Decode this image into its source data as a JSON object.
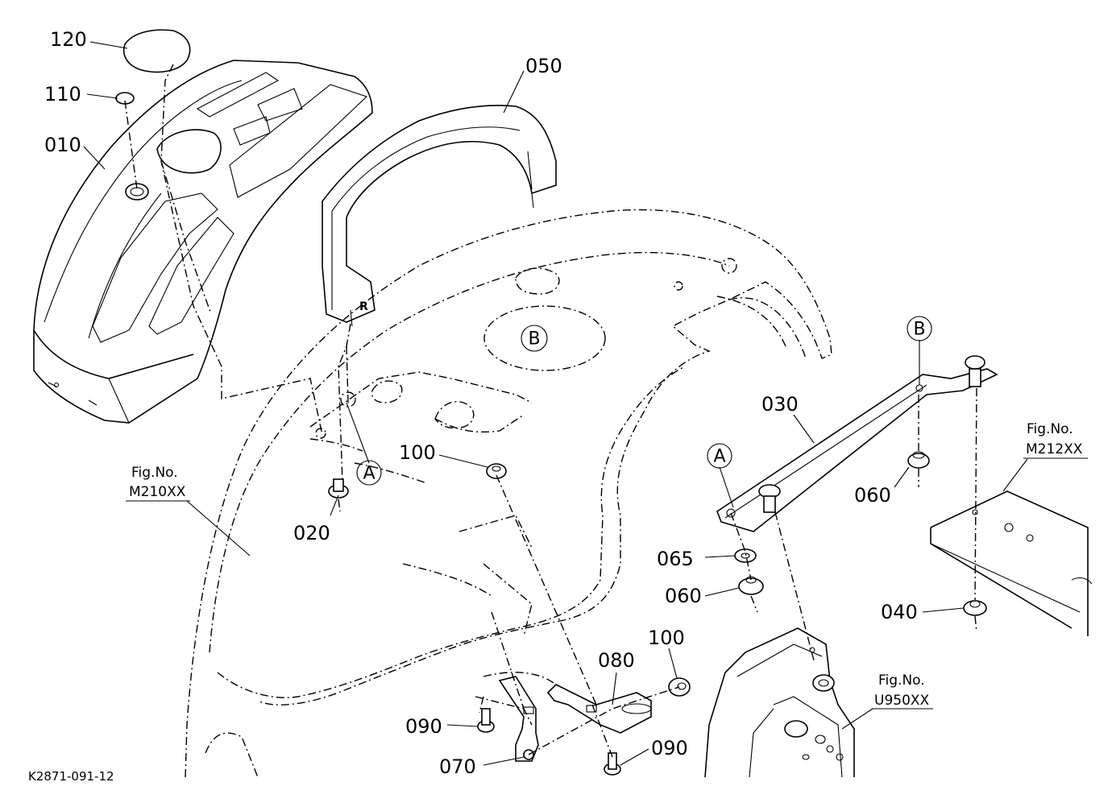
{
  "drawing_code": "K2871-091-12",
  "part_labels": {
    "p120": "120",
    "p110": "110",
    "p010": "010",
    "p050": "050",
    "p020": "020",
    "p100a": "100",
    "p100b": "100",
    "p030": "030",
    "p060a": "060",
    "p060b": "060",
    "p065": "065",
    "p040": "040",
    "p080": "080",
    "p090a": "090",
    "p090b": "090",
    "p070": "070"
  },
  "reference_markers": {
    "a1": "A",
    "a2": "A",
    "b1": "B",
    "b2": "B"
  },
  "figure_refs": {
    "m210": {
      "label": "Fig.No.",
      "number": "M210XX"
    },
    "m212": {
      "label": "Fig.No.",
      "number": "M212XX"
    },
    "u950": {
      "label": "Fig.No.",
      "number": "U950XX"
    }
  },
  "embossed_mark": "R"
}
